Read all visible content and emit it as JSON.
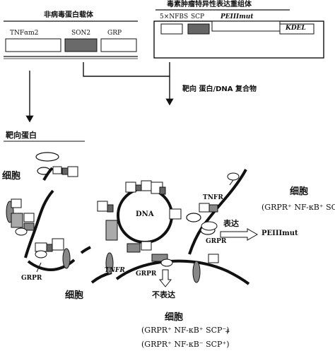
{
  "top_left": {
    "title": "非病毒蛋白载体",
    "segments": [
      "TNFαm2",
      "SON2",
      "GRP"
    ]
  },
  "top_right": {
    "title": "毒素肿瘤特异性表达重组体",
    "segments": [
      "5×NFBS",
      "SCP",
      "PEIIImut",
      "KDEL"
    ]
  },
  "complex_label": "靶向 蛋白/DNA 复合物",
  "targeting_protein_label": "靶向蛋白",
  "dna_label": "DNA",
  "cell_labels": {
    "left": "细胞",
    "bottom_left": "细胞",
    "right": "细胞",
    "bottom_center": "细胞"
  },
  "receptor_labels": {
    "tnfr_right": "TNFR",
    "grpr_right": "GRPR",
    "tnfr_bottom": "TNFR",
    "grpr_left": "GRPR",
    "grpr_bottom": "GRPR"
  },
  "expression": {
    "express": "表达",
    "product": "PEIIImut",
    "not_express": "不表达"
  },
  "phenotypes": {
    "right": "(GRPR⁺ NF-κB⁺ SCP⁺)",
    "bottom_1": "(GRPR⁺ NF-κB⁺ SCP⁻)",
    "bottom_1_suffix": "+",
    "bottom_2": "(GRPR⁺ NF-κB⁻ SCP⁺)"
  }
}
